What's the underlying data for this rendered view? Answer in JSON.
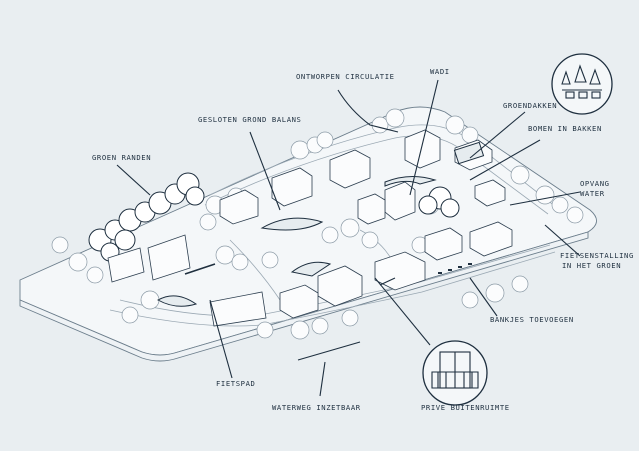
{
  "labels": {
    "circulatie": "ONTWORPEN CIRCULATIE",
    "wadi": "WADI",
    "groendakken": "GROENDAKKEN",
    "bomen": "BOMEN IN BAKKEN",
    "gesloten": "GESLOTEN GROND BALANS",
    "groen_randen": "GROEN RANDEN",
    "opvang_1": "OPVANG",
    "opvang_2": "WATER",
    "fietsenstalling_1": "FIETSENSTALLING",
    "fietsenstalling_2": "IN HET GROEN",
    "bankjes": "BANKJES TOEVOEGEN",
    "fietspad": "FIETSPAD",
    "waterweg": "WATERWEG INZETBAAR",
    "prive": "PRIVE BUITENRUIMTE"
  },
  "icons": {
    "top_right": "trees-on-planters-icon",
    "balcony": "private-balcony-icon"
  },
  "colors": {
    "background": "#e9eef1",
    "ink": "#1e2f3f"
  }
}
